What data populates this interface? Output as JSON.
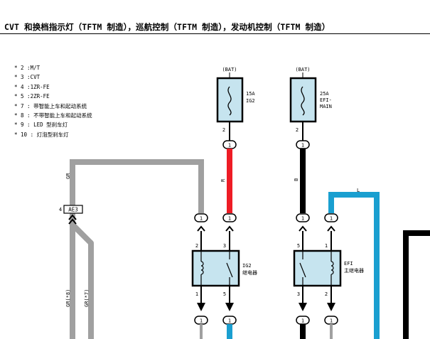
{
  "header": {
    "title": "CVT 和换档指示灯（TFTM 制造），巡航控制（TFTM 制造），发动机控制（TFTM 制造）"
  },
  "notes": [
    "* 2 :M/T",
    "* 3 :CVT",
    "* 4 :1ZR-FE",
    "* 5 :2ZR-FE",
    "* 7 : 带智能上车和起动系统",
    "* 8 : 不带智能上车和起动系统",
    "* 9 : LED 型刹车灯",
    "* 10 : 灯泡型刹车灯"
  ],
  "fuses": [
    {
      "source": "(BAT)",
      "line1": "15A",
      "line2": "IG2",
      "line3": "",
      "pin": "2"
    },
    {
      "source": "(BAT)",
      "line1": "25A",
      "line2": "EFI-",
      "line3": "MAIN",
      "pin": "2"
    }
  ],
  "relays": [
    {
      "line1": "IG2",
      "line2": "继电器",
      "pin_tl": "2",
      "pin_tr": "3",
      "pin_bl": "1",
      "pin_br": "5"
    },
    {
      "line1": "EFI",
      "line2": "主继电器",
      "pin_tl": "5",
      "pin_tr": "1",
      "pin_bl": "3",
      "pin_br": "2"
    }
  ],
  "connectors": {
    "ae3": "AE3",
    "ae3_pin": "4",
    "pin_1": "1"
  },
  "wires": {
    "gr": "GR",
    "r": "R",
    "b": "B",
    "l": "L",
    "gr_8": "GR(*8)",
    "gr_7": "GR(*7)"
  },
  "colors": {
    "gray": "#a0a0a0",
    "red": "#ee1c25",
    "black": "#000000",
    "blue": "#1a9fd0",
    "fill": "#c6e4ef"
  }
}
